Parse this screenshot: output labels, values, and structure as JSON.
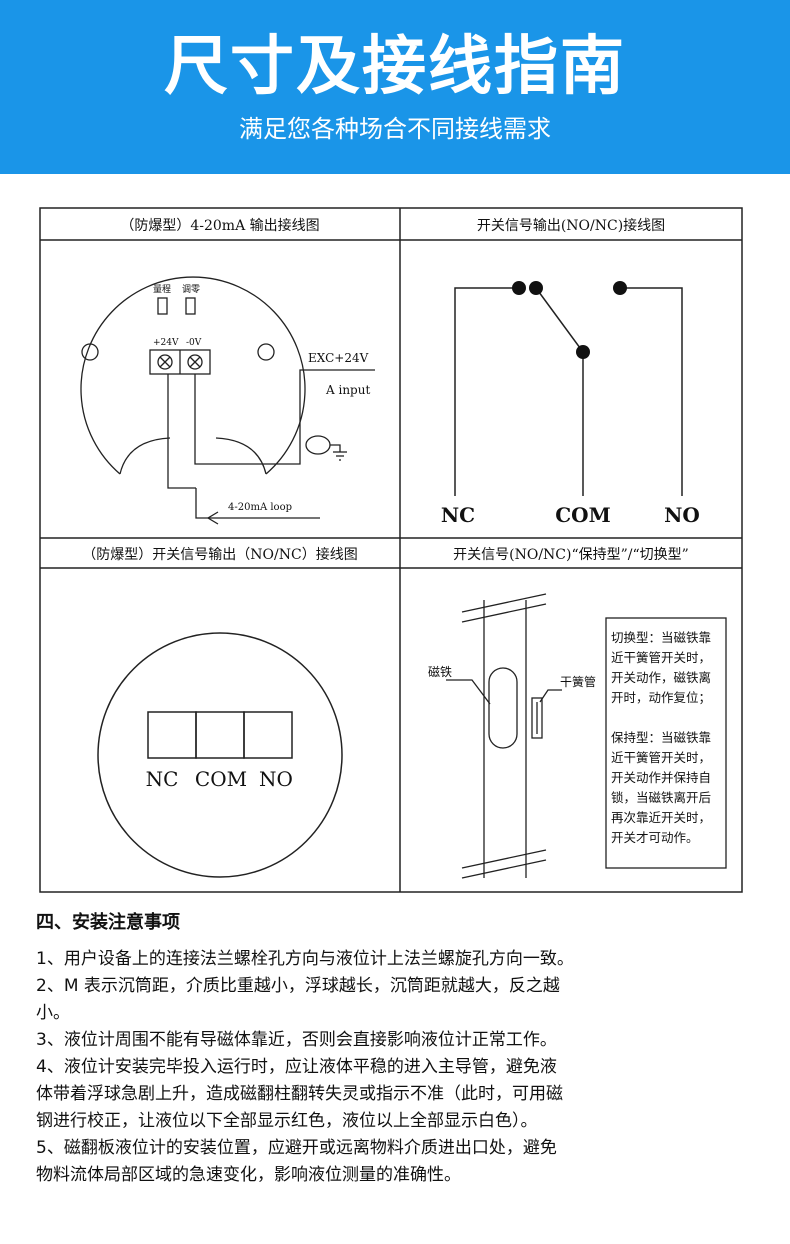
{
  "header": {
    "title": "尺寸及接线指南",
    "subtitle": "满足您各种场合不同接线需求",
    "background_color": "#1a95e8"
  },
  "panels": {
    "p1": {
      "caption": "（防爆型）4-20mA 输出接线图",
      "label_range": "量程",
      "label_zero": "调零",
      "label_plus": "+24V",
      "label_minus": "-0V",
      "label_exc": "EXC+24V",
      "label_input": "A input",
      "label_loop": "4-20mA loop"
    },
    "p2": {
      "caption": "开关信号输出(NO/NC)接线图",
      "label_nc": "NC",
      "label_com": "COM",
      "label_no": "NO"
    },
    "p3": {
      "caption": "（防爆型）开关信号输出（NO/NC）接线图",
      "label_nc": "NC",
      "label_com": "COM",
      "label_no": "NO"
    },
    "p4": {
      "caption": "开关信号(NO/NC)“保持型”/“切换型”",
      "label_magnet": "磁铁",
      "label_reed": "干簧管",
      "desc_lines": [
        "切换型：当磁铁靠",
        "近干簧管开关时，",
        "开关动作，磁铁离",
        "开时，动作复位；",
        "",
        "保持型：当磁铁靠",
        "近干簧管开关时，",
        "开关动作并保持自",
        "锁，当磁铁离开后",
        "再次靠近开关时，",
        "开关才可动作。"
      ]
    }
  },
  "notes": {
    "heading": "四、安装注意事项",
    "lines": [
      "1、用户设备上的连接法兰螺栓孔方向与液位计上法兰螺旋孔方向一致。",
      "2、M 表示沉筒距，介质比重越小，浮球越长，沉筒距就越大，反之越",
      "小。",
      "3、液位计周围不能有导磁体靠近，否则会直接影响液位计正常工作。",
      "4、液位计安装完毕投入运行时，应让液体平稳的进入主导管，避免液",
      "体带着浮球急剧上升，造成磁翻柱翻转失灵或指示不准（此时，可用磁",
      "钢进行校正，让液位以下全部显示红色，液位以上全部显示白色）。",
      "5、磁翻板液位计的安装位置，应避开或远离物料介质进出口处，避免",
      "物料流体局部区域的急速变化，影响液位测量的准确性。"
    ]
  }
}
